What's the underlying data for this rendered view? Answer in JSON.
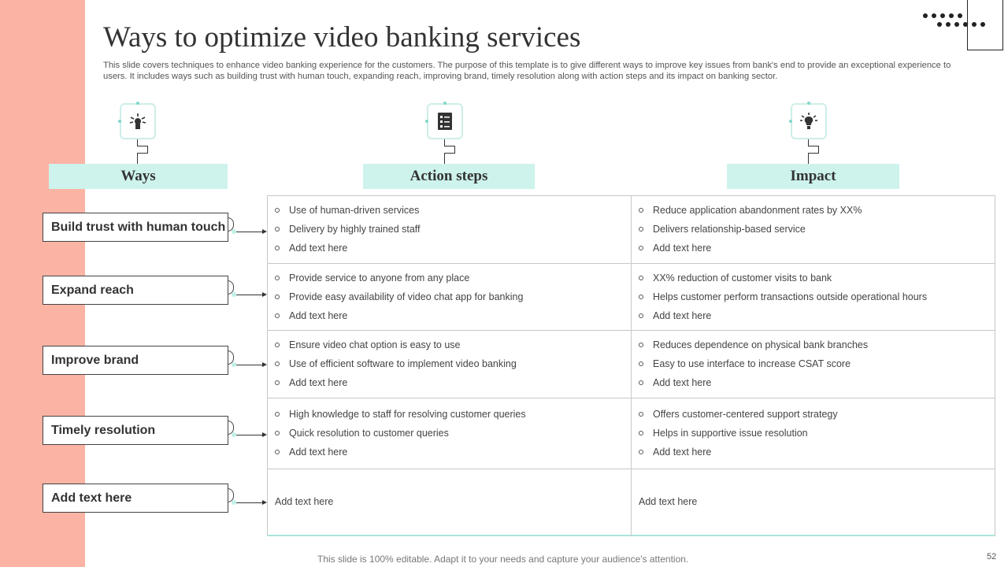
{
  "title": "Ways to optimize video banking services",
  "subtitle": "This slide covers techniques to enhance video banking experience for the customers. The purpose of this template is to give different ways to improve key issues from bank's end to provide an exceptional experience to users. It includes ways such as building trust with human touch, expanding reach, improving brand, timely resolution along with action steps and its impact on banking sector.",
  "colors": {
    "band": "#fbb3a4",
    "header_fill": "#cdf3ec",
    "accent": "#7fd8c8"
  },
  "headers": {
    "ways": "Ways",
    "action_steps": "Action steps",
    "impact": "Impact"
  },
  "icons": {
    "ways": "human-touch-icon",
    "action_steps": "checklist-icon",
    "impact": "bulb-idea-icon"
  },
  "rows": [
    {
      "way": "Build trust with human touch",
      "actions": [
        "Use of human-driven  services",
        "Delivery  by highly trained staff",
        "Add text here"
      ],
      "impacts": [
        "Reduce application abandonment  rates by XX%",
        "Delivers  relationship-based  service",
        "Add text here"
      ]
    },
    {
      "way": "Expand reach",
      "actions": [
        "Provide  service to anyone from any place",
        "Provide  easy availability  of video chat app for banking",
        "Add text here"
      ],
      "impacts": [
        "XX%  reduction of customer visits to bank",
        "Helps customer perform transactions outside operational hours",
        "Add text here"
      ]
    },
    {
      "way": "Improve brand",
      "actions": [
        "Ensure video chat option is easy to use",
        "Use of efficient  software  to implement video banking",
        "Add text here"
      ],
      "impacts": [
        "Reduces dependence  on physical bank branches",
        "Easy to use interface to increase CSAT score",
        "Add text here"
      ]
    },
    {
      "way": "Timely resolution",
      "actions": [
        "High knowledge to staff for resolving  customer queries",
        "Quick resolution to customer queries",
        "Add text here"
      ],
      "impacts": [
        "Offers  customer-centered  support strategy",
        "Helps  in supportive  issue resolution",
        "Add text here"
      ]
    },
    {
      "way": "Add text here",
      "action_text": "Add text here",
      "impact_text": "Add text here"
    }
  ],
  "footer": "This slide is 100% editable. Adapt it to your needs and capture your audience's attention.",
  "page_number": "52"
}
